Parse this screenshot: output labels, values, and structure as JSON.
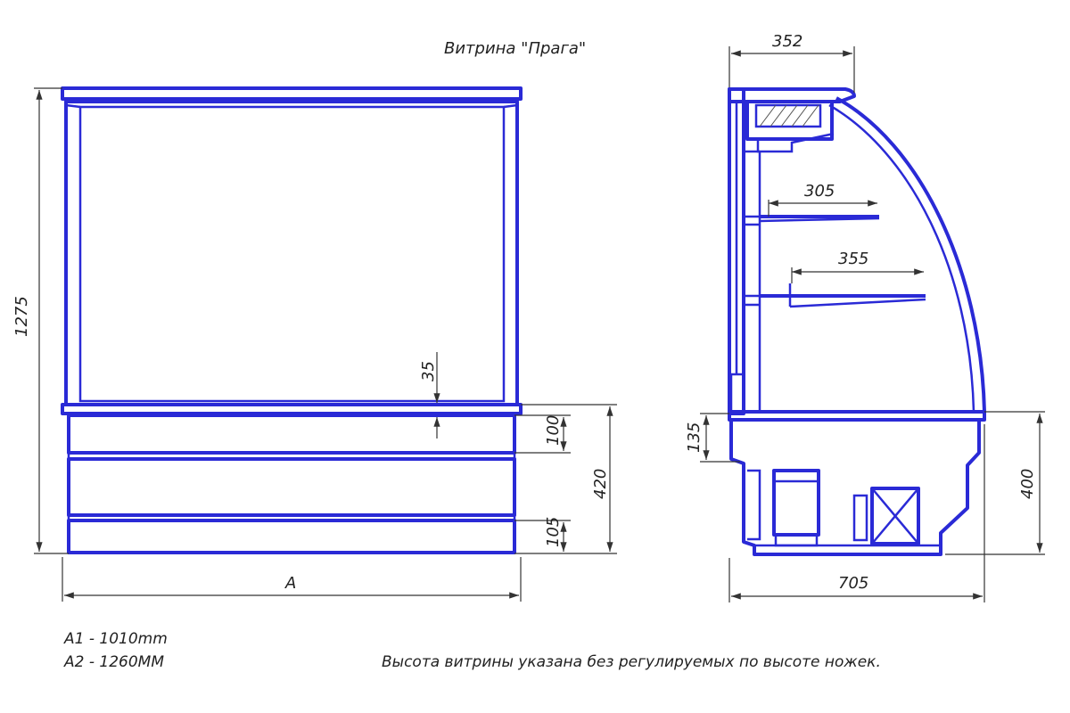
{
  "title": "Витрина \"Прага\"",
  "front_view": {
    "height_total": "1275",
    "glass_gap": "35",
    "drawer_top": "100",
    "base_height": "420",
    "bottom_drawer": "105",
    "width_label": "A"
  },
  "side_view": {
    "depth_top": "352",
    "shelf_upper": "305",
    "shelf_lower": "355",
    "base_offset": "135",
    "base_height": "400",
    "depth_bottom": "705"
  },
  "variants": [
    "A1 - 1010mm",
    "A2 - 1260MM"
  ],
  "footnote": "Высота витрины указана без регулируемых по высоте ножек."
}
